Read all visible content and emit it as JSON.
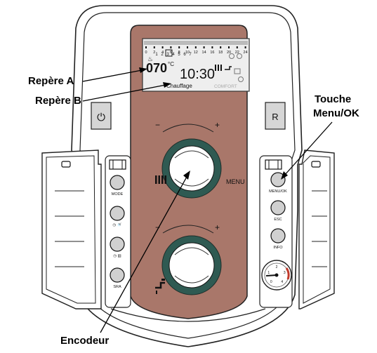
{
  "callouts": {
    "repere_a": "Repère A",
    "repere_b": "Repère B",
    "touche_line1": "Touche",
    "touche_line2": "Menu/OK",
    "encodeur": "Encodeur"
  },
  "display": {
    "hour_scale": [
      "0",
      "2",
      "4",
      "6",
      "8",
      "10",
      "12",
      "14",
      "16",
      "18",
      "20",
      "22",
      "24"
    ],
    "weekdays": [
      "1",
      "2",
      "3",
      "4",
      "5",
      "6",
      "7"
    ],
    "selected_day": "3",
    "temperature": "070",
    "temperature_unit": "°C",
    "time": "10:30",
    "mode_text": "Chauffage",
    "comfort_text": "COMFORT"
  },
  "panel": {
    "power_key": "⏻",
    "reset_key": "R",
    "menu_label": "MENU",
    "plus_sign": "+",
    "minus_sign": "−"
  },
  "left_buttons": [
    {
      "label": "MODE"
    },
    {
      "label": "◷ 🚿"
    },
    {
      "label": "◷ ▥"
    },
    {
      "label": "SRA"
    }
  ],
  "right_buttons": [
    {
      "label": "MENU/OK"
    },
    {
      "label": "ESC"
    },
    {
      "label": "INFO"
    }
  ],
  "gauge": {
    "ticks": [
      "0",
      "1",
      "2",
      "3",
      "4"
    ]
  },
  "colors": {
    "panel_brown": "#a9776a",
    "knob_ring": "#2f5a52",
    "lcd_bg": "#eeeeee"
  }
}
